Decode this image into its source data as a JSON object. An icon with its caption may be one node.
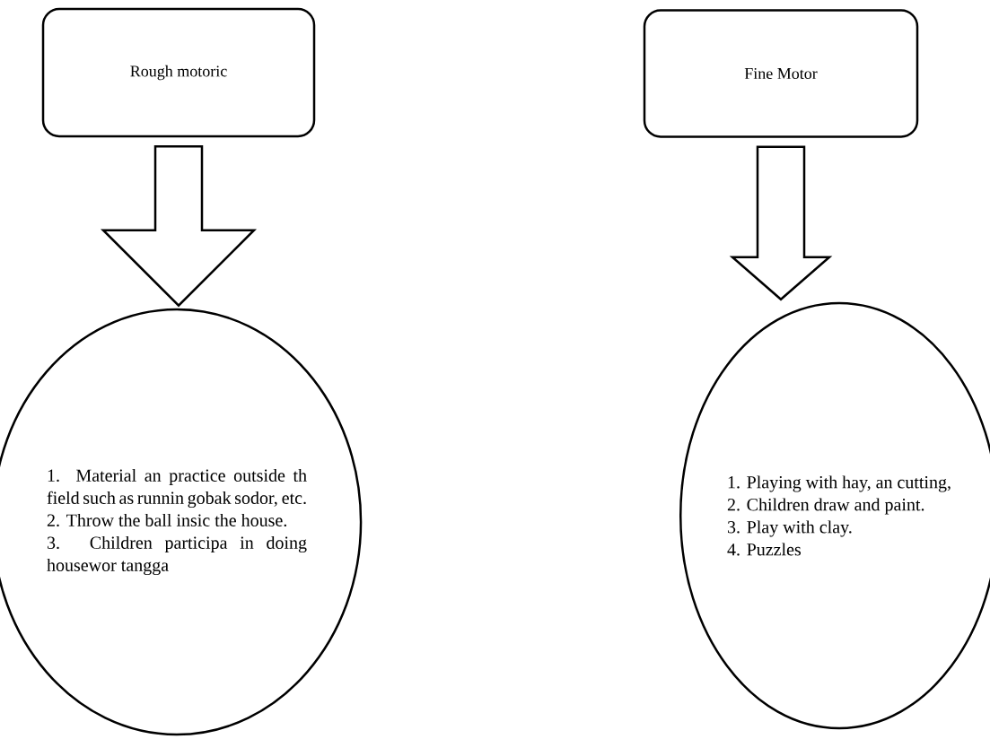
{
  "diagram": {
    "nodes": [
      {
        "text": [
          "Rough motoric"
        ]
      },
      {
        "text": [
          "Fine Motor"
        ]
      },
      {
        "text": [
          "1. Material an practice outside th field such as runnin gobak sodor, etc.",
          "2. Throw the ball insic the house.",
          "3. Children participa in doing housewor tangga"
        ]
      },
      {
        "text": [
          "1. Playing with hay, an cutting,",
          "2. Children draw and paint.",
          "3. Play with clay.",
          "4. Puzzles"
        ]
      }
    ],
    "edges": [
      {
        "from": 0,
        "to": 2,
        "arrow": "to"
      },
      {
        "from": 1,
        "to": 3,
        "arrow": "to"
      }
    ]
  }
}
